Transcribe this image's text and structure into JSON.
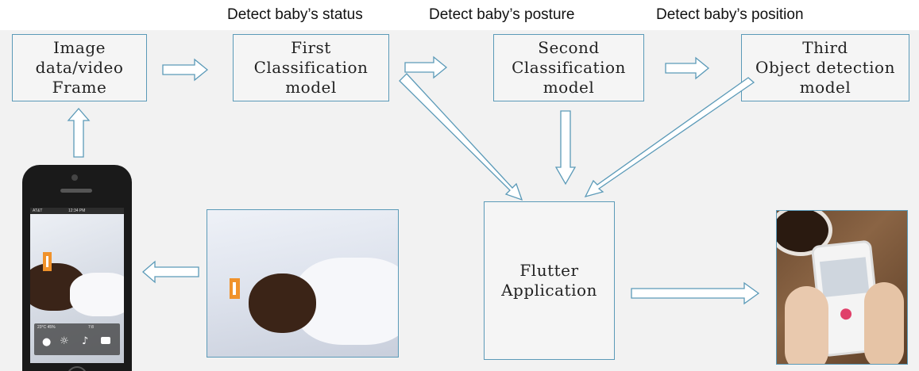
{
  "labels": {
    "status": "Detect baby’s status",
    "posture": "Detect baby’s posture",
    "position": "Detect baby’s position"
  },
  "boxes": {
    "image_data": "Image\ndata/video\nFrame",
    "first": "First\nClassification\nmodel",
    "second": "Second\nClassification\nmodel",
    "third": "Third\nObject detection\nmodel",
    "flutter": "Flutter\nApplication"
  },
  "phone": {
    "carrier": "AT&T",
    "time": "12:34 PM",
    "temp": "23°C",
    "humidity": "45%",
    "extra": "7:8"
  },
  "colors": {
    "arrow": "#5b9ab8",
    "box_border": "#5b9ab8",
    "marker": "#f0922b"
  }
}
